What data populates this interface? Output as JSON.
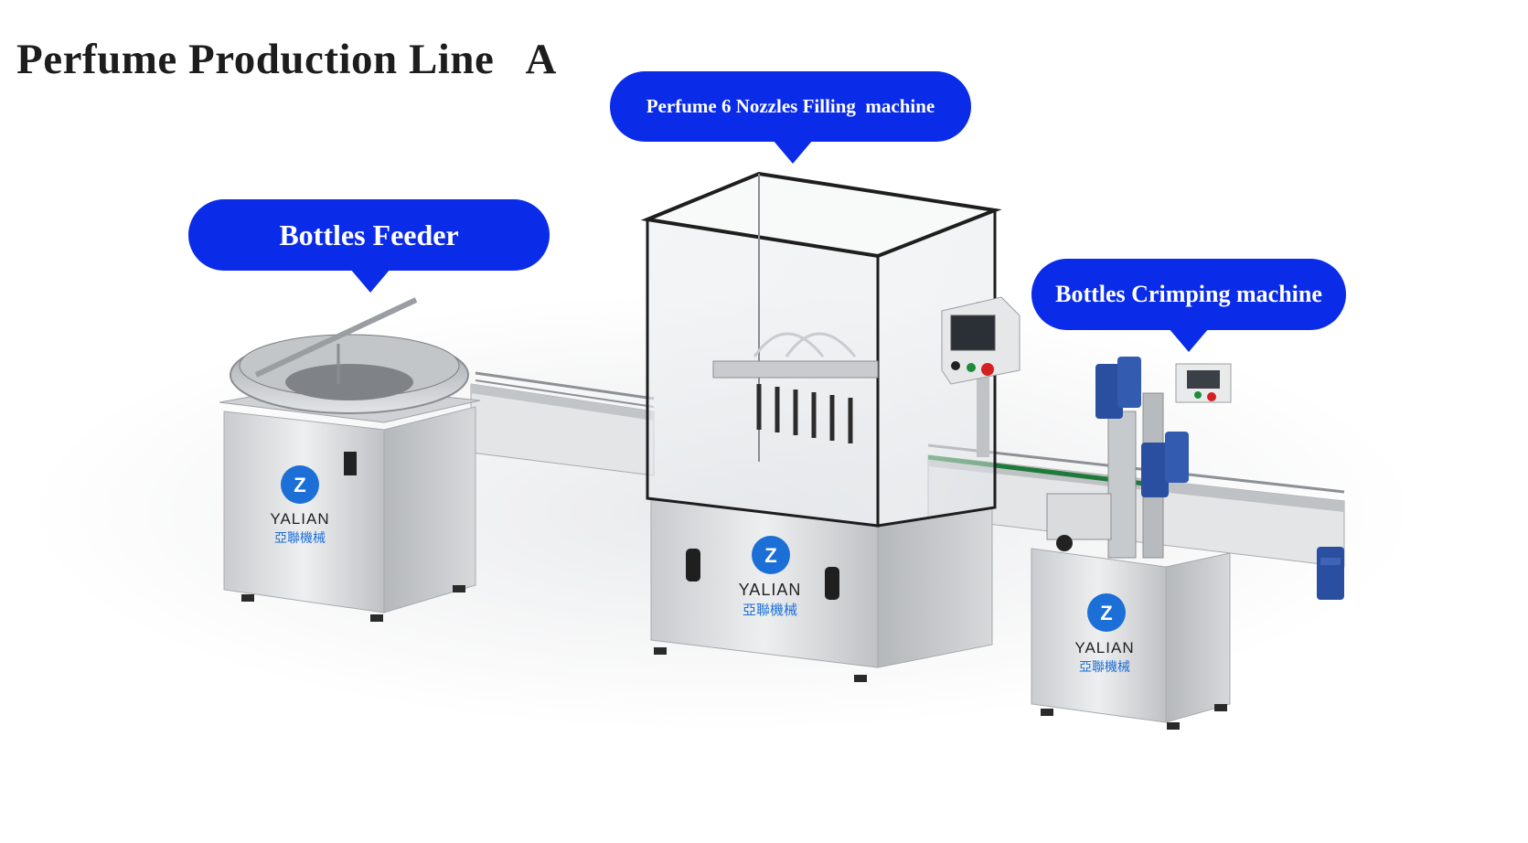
{
  "title": "Perfume Production Line   A",
  "callouts": {
    "feeder": "Bottles Feeder",
    "filling": "Perfume 6 Nozzles Filling  machine",
    "crimping": "Bottles Crimping machine"
  },
  "brand": {
    "name": "YALIAN",
    "subtitle": "亞聯機械",
    "color": "#1c6fd6"
  },
  "colors": {
    "callout": "#0a2be8",
    "steel": "#d8dadd",
    "motor": "#2a4fa0"
  }
}
